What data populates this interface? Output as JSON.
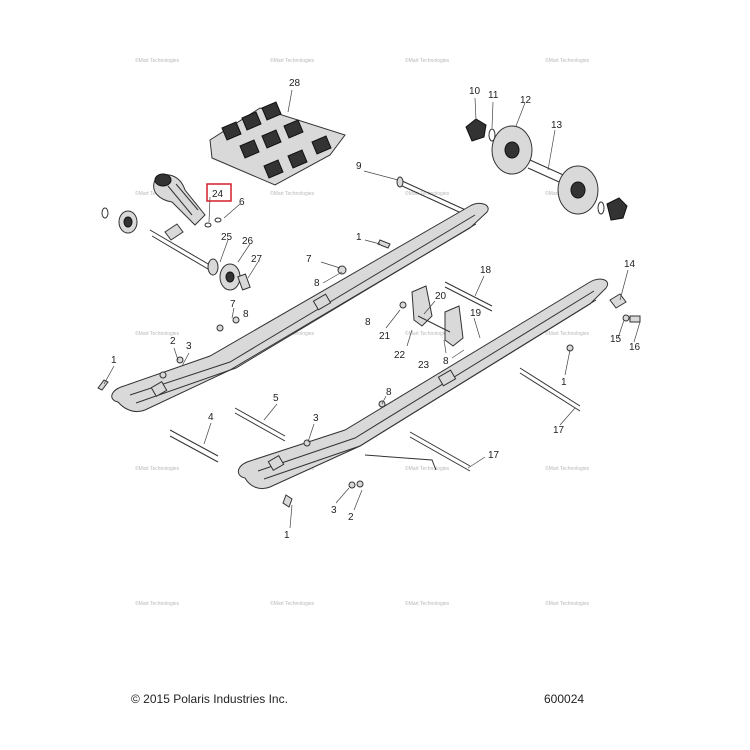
{
  "footer": {
    "copyright": "© 2015 Polaris Industries Inc.",
    "drawing_number": "600024"
  },
  "watermark": "©Mart Technologies",
  "highlight_color": "#d21f2b",
  "callouts": [
    {
      "id": "c1a",
      "label": "1"
    },
    {
      "id": "c1b",
      "label": "1"
    },
    {
      "id": "c1c",
      "label": "1"
    },
    {
      "id": "c1d",
      "label": "1"
    },
    {
      "id": "c2a",
      "label": "2"
    },
    {
      "id": "c2b",
      "label": "2"
    },
    {
      "id": "c3a",
      "label": "3"
    },
    {
      "id": "c3b",
      "label": "3"
    },
    {
      "id": "c3c",
      "label": "3"
    },
    {
      "id": "c4",
      "label": "4"
    },
    {
      "id": "c5",
      "label": "5"
    },
    {
      "id": "c6",
      "label": "6"
    },
    {
      "id": "c7a",
      "label": "7"
    },
    {
      "id": "c7b",
      "label": "7"
    },
    {
      "id": "c8a",
      "label": "8"
    },
    {
      "id": "c8b",
      "label": "8"
    },
    {
      "id": "c8c",
      "label": "8"
    },
    {
      "id": "c8d",
      "label": "8"
    },
    {
      "id": "c8e",
      "label": "8"
    },
    {
      "id": "c9",
      "label": "9"
    },
    {
      "id": "c10",
      "label": "10"
    },
    {
      "id": "c11",
      "label": "11"
    },
    {
      "id": "c12",
      "label": "12"
    },
    {
      "id": "c13",
      "label": "13"
    },
    {
      "id": "c14",
      "label": "14"
    },
    {
      "id": "c15",
      "label": "15"
    },
    {
      "id": "c16",
      "label": "16"
    },
    {
      "id": "c17a",
      "label": "17"
    },
    {
      "id": "c17b",
      "label": "17"
    },
    {
      "id": "c18",
      "label": "18"
    },
    {
      "id": "c19",
      "label": "19"
    },
    {
      "id": "c20",
      "label": "20"
    },
    {
      "id": "c21",
      "label": "21"
    },
    {
      "id": "c22",
      "label": "22"
    },
    {
      "id": "c23",
      "label": "23"
    },
    {
      "id": "c24",
      "label": "24",
      "highlighted": true
    },
    {
      "id": "c25",
      "label": "25"
    },
    {
      "id": "c26",
      "label": "26"
    },
    {
      "id": "c27",
      "label": "27"
    },
    {
      "id": "c28",
      "label": "28"
    }
  ]
}
